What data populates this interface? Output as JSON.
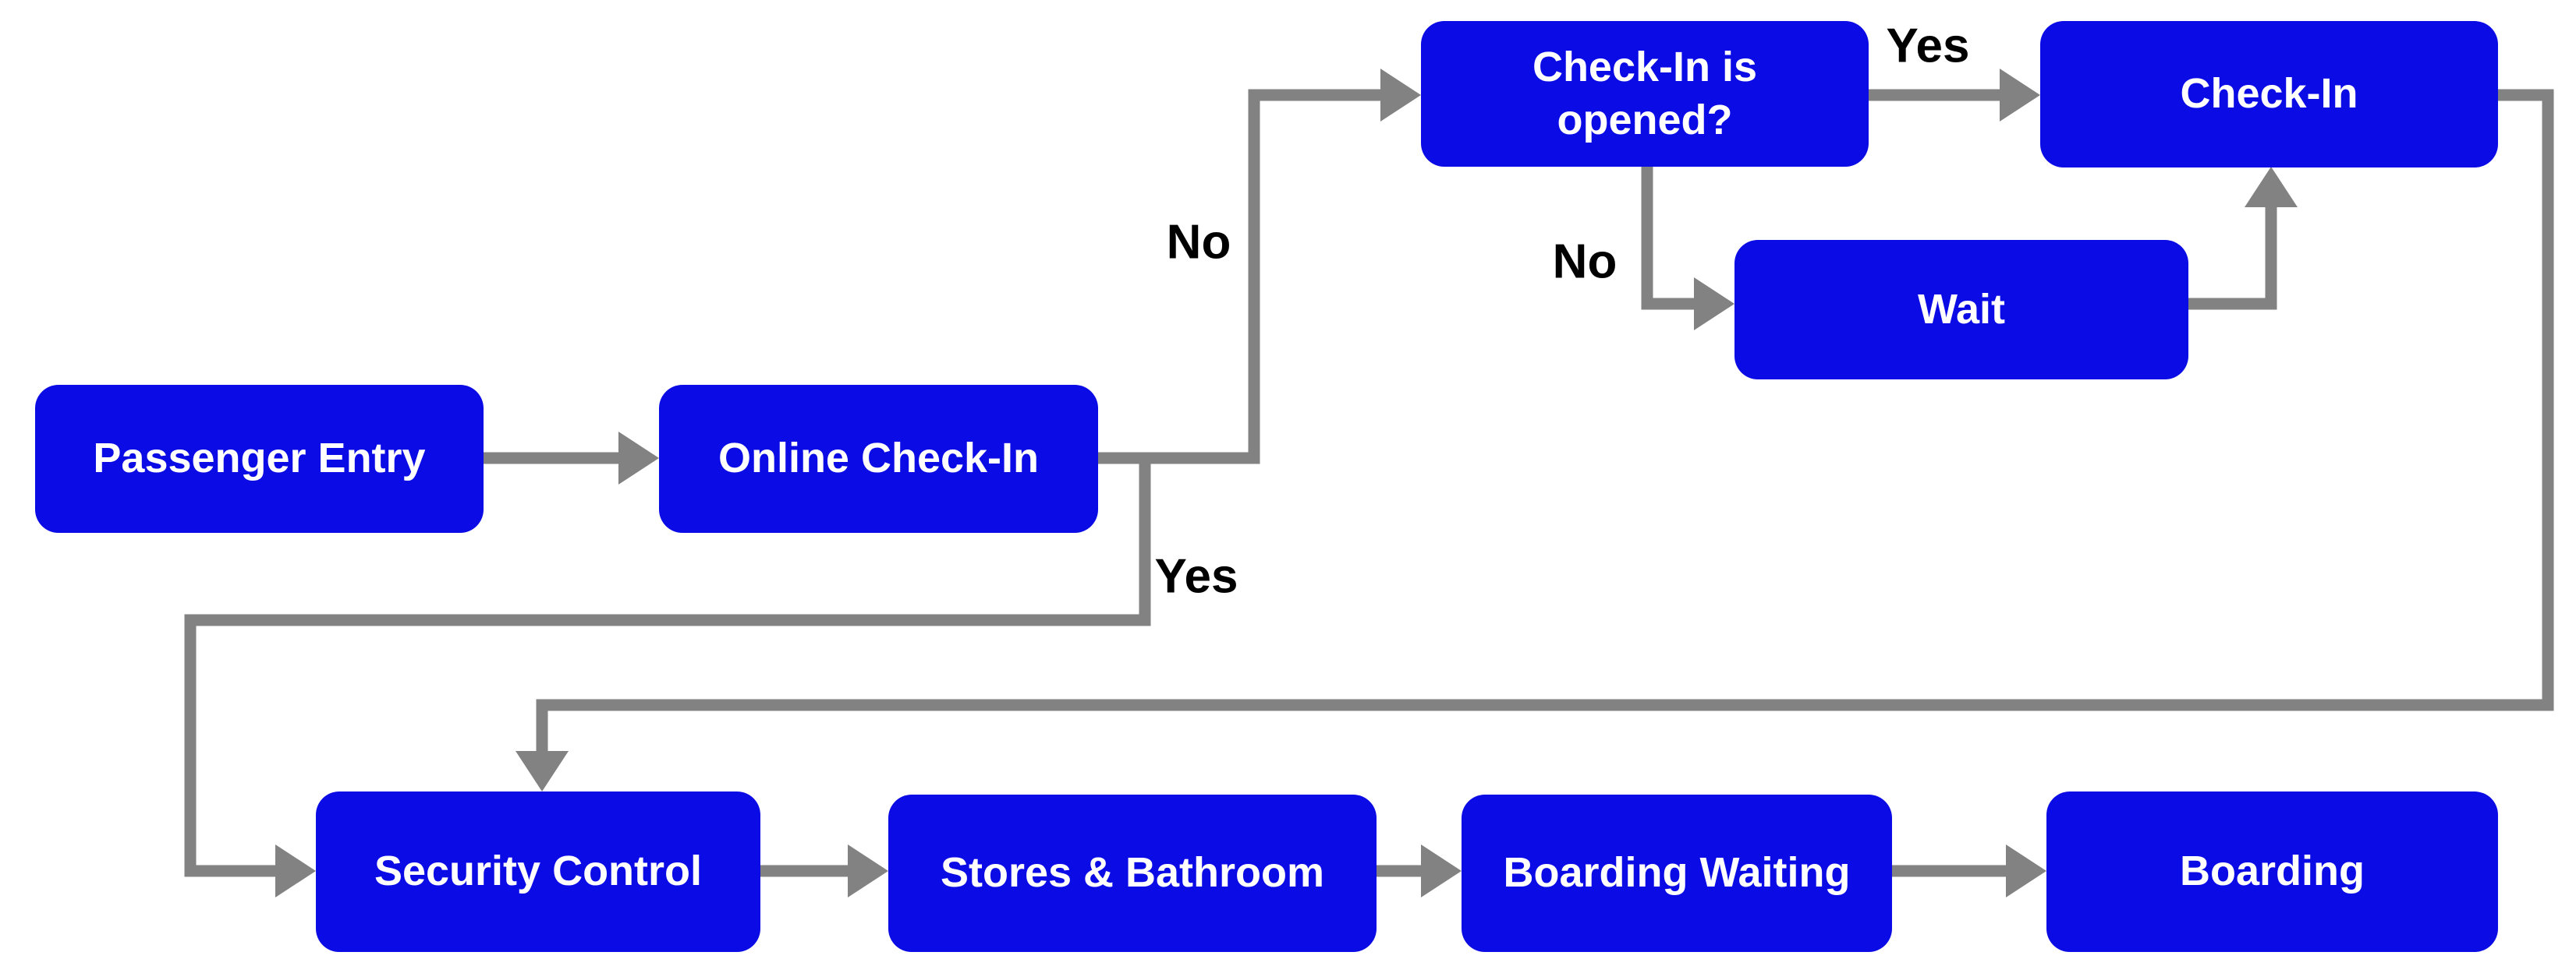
{
  "diagram": {
    "type": "flowchart",
    "background": "#ffffff",
    "colors": {
      "node_fill": "#0b0be6",
      "node_text": "#ffffff",
      "connector": "#828282",
      "edge_label_text": "#000000"
    },
    "nodes": [
      {
        "id": "passenger-entry",
        "label": "Passenger Entry"
      },
      {
        "id": "online-check-in",
        "label": "Online Check-In"
      },
      {
        "id": "check-in-opened",
        "label": "Check-In is opened?"
      },
      {
        "id": "check-in",
        "label": "Check-In"
      },
      {
        "id": "wait",
        "label": "Wait"
      },
      {
        "id": "security-control",
        "label": "Security Control"
      },
      {
        "id": "stores-bathroom",
        "label": "Stores & Bathroom"
      },
      {
        "id": "boarding-waiting",
        "label": "Boarding Waiting"
      },
      {
        "id": "boarding",
        "label": "Boarding"
      }
    ],
    "edge_labels": [
      {
        "id": "no-online-to-opened",
        "text": "No"
      },
      {
        "id": "yes-online-to-security",
        "text": "Yes"
      },
      {
        "id": "yes-opened-to-checkin",
        "text": "Yes"
      },
      {
        "id": "no-opened-to-wait",
        "text": "No"
      }
    ],
    "edges": [
      {
        "from": "passenger-entry",
        "to": "online-check-in",
        "label": ""
      },
      {
        "from": "online-check-in",
        "to": "check-in-opened",
        "label": "No"
      },
      {
        "from": "online-check-in",
        "to": "security-control",
        "label": "Yes"
      },
      {
        "from": "check-in-opened",
        "to": "check-in",
        "label": "Yes"
      },
      {
        "from": "check-in-opened",
        "to": "wait",
        "label": "No"
      },
      {
        "from": "wait",
        "to": "check-in",
        "label": ""
      },
      {
        "from": "check-in",
        "to": "security-control",
        "label": ""
      },
      {
        "from": "security-control",
        "to": "stores-bathroom",
        "label": ""
      },
      {
        "from": "stores-bathroom",
        "to": "boarding-waiting",
        "label": ""
      },
      {
        "from": "boarding-waiting",
        "to": "boarding",
        "label": ""
      }
    ]
  }
}
